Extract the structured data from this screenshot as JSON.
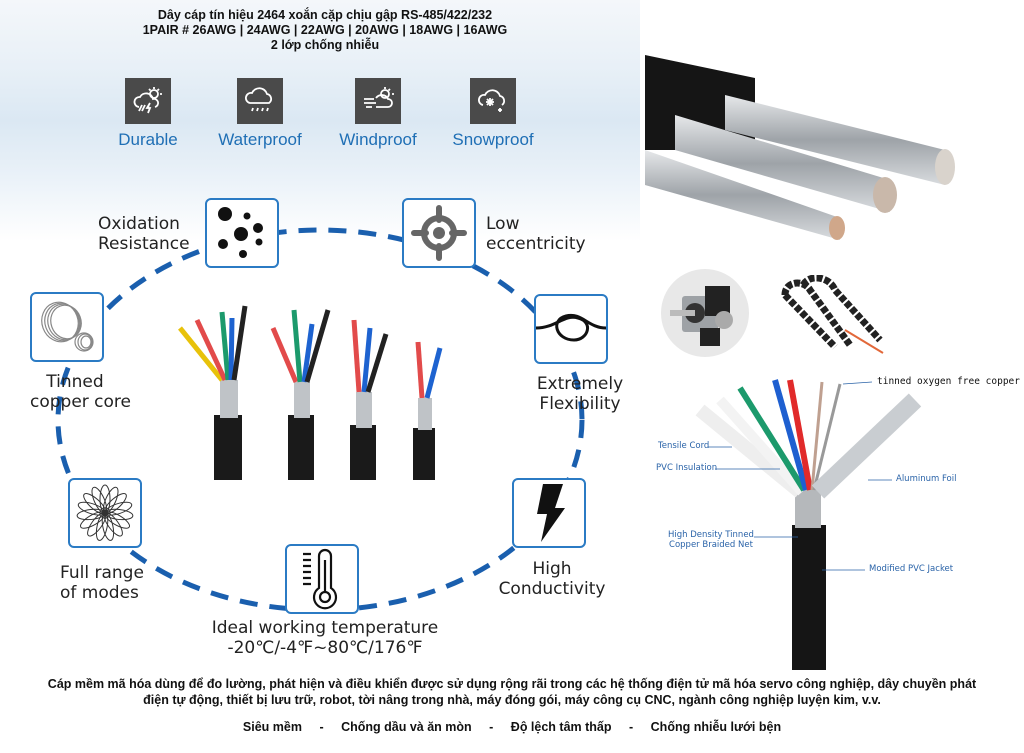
{
  "header": {
    "title_line1": "Dây cáp tín hiệu 2464 xoắn cặp chịu gập RS-485/422/232",
    "title_line2": "1PAIR # 26AWG | 24AWG | 22AWG | 20AWG | 18AWG | 16AWG",
    "title_line3": "2 lớp chống nhiễu"
  },
  "weather_features": [
    {
      "label": "Durable",
      "icon": "cloud-sun-lightning-icon"
    },
    {
      "label": "Waterproof",
      "icon": "cloud-rain-icon"
    },
    {
      "label": "Windproof",
      "icon": "cloud-wind-sun-icon"
    },
    {
      "label": "Snowproof",
      "icon": "cloud-snow-icon"
    }
  ],
  "features": {
    "oxidation": {
      "line1": "Oxidation",
      "line2": "Resistance",
      "icon": "bubbles-icon"
    },
    "eccentricity": {
      "line1": "Low",
      "line2": "eccentricity",
      "icon": "crosshair-icon"
    },
    "tinned": {
      "line1": "Tinned",
      "line2": "copper core",
      "icon": "wire-coil-icon"
    },
    "flexibility": {
      "line1": "Extremely",
      "line2": "Flexibility",
      "icon": "knot-icon"
    },
    "modes": {
      "line1": "Full range",
      "line2": "of modes",
      "icon": "flower-loops-icon"
    },
    "conductivity": {
      "line1": "High",
      "line2": "Conductivity",
      "icon": "lightning-icon"
    },
    "temperature": {
      "line1": "Ideal working temperature",
      "line2": "-20℃/-4℉~80℃/176℉",
      "icon": "thermometer-icon"
    }
  },
  "diagram": {
    "labels": {
      "copper": "tinned oxygen free copper",
      "tensile": "Tensile Cord",
      "pvc_insulation": "PVC Insulation",
      "aluminum": "Aluminum Foil",
      "braid_line1": "High Density Tinned",
      "braid_line2": "Copper Braided Net",
      "jacket": "Modified PVC Jacket"
    }
  },
  "description": {
    "line1": "Cáp mềm mã hóa dùng để đo lường, phát hiện và điều khiển được sử dụng rộng rãi trong các hệ thống điện tử mã hóa servo công nghiệp, dây chuyền phát",
    "line2": "điện tự động, thiết bị lưu trữ, robot, tời nâng trong nhà, máy đóng gói, máy công cụ CNC, ngành công nghiệp luyện kim, v.v."
  },
  "feature_strip": {
    "items": [
      "Siêu mềm",
      "Chống dầu và ăn mòn",
      "Độ lệch tâm thấp",
      "Chống nhiễu lưới bện"
    ],
    "separator": "-"
  },
  "colors": {
    "accent_blue": "#2b7bc4",
    "label_blue": "#1f6fb5",
    "icon_dark": "#4a4a4a"
  }
}
